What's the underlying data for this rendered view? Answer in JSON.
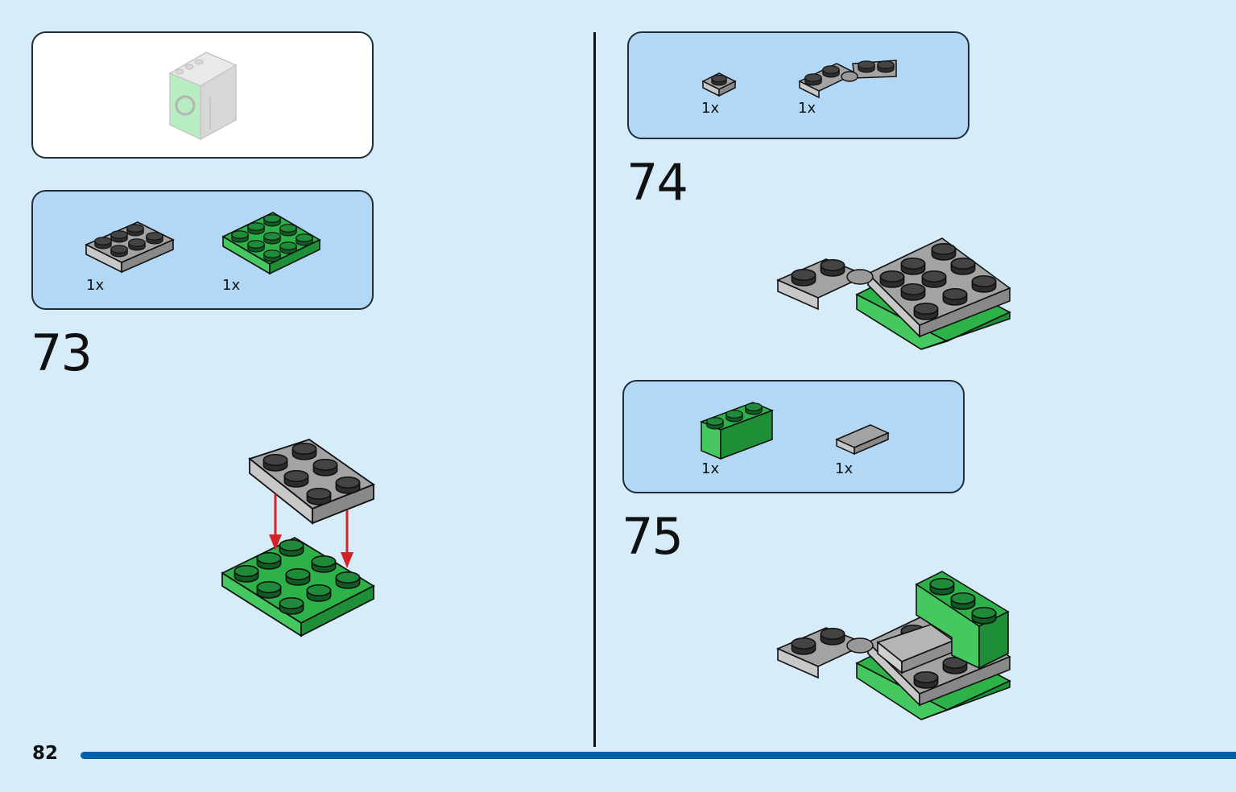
{
  "page": {
    "number": "82"
  },
  "steps": [
    {
      "number": "73",
      "parts": [
        {
          "qty": "1x"
        },
        {
          "qty": "1x"
        }
      ]
    },
    {
      "number": "74",
      "parts": [
        {
          "qty": "1x"
        },
        {
          "qty": "1x"
        }
      ]
    },
    {
      "number": "75",
      "parts": [
        {
          "qty": "1x"
        },
        {
          "qty": "1x"
        }
      ]
    }
  ],
  "colors": {
    "background": "#d6ecf9",
    "parts_panel": "#b3d8f5",
    "brick_green": "#2db24a",
    "brick_grey": "#a3a3a3",
    "arrow_red": "#d3222a",
    "footer_bar": "#0060ab"
  }
}
